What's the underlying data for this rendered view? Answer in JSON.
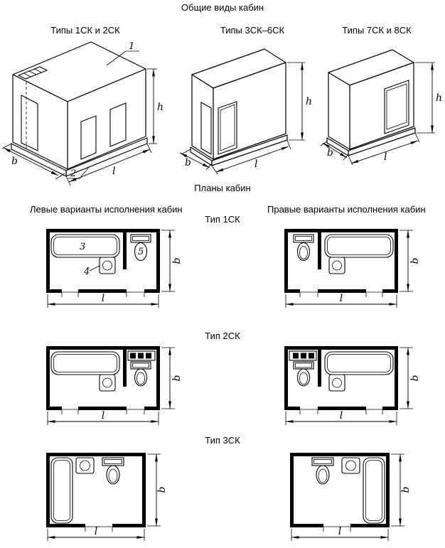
{
  "page_title": "Общие виды кабин",
  "iso_section": {
    "views": [
      {
        "label": "Типы 1СК и 2СК"
      },
      {
        "label": "Типы 3СК–6СК"
      },
      {
        "label": "Типы 7СК и 8СК"
      }
    ]
  },
  "plans_section": {
    "title": "Планы кабин",
    "left_column_title": "Левые варианты исполнения кабин",
    "right_column_title": "Правые варианты исполнения кабин",
    "rows": [
      {
        "type_label": "Тип 1СК"
      },
      {
        "type_label": "Тип 2СК"
      },
      {
        "type_label": "Тип 3СК"
      }
    ]
  },
  "dimension_labels": {
    "height": "h",
    "width": "b",
    "length": "l"
  },
  "callout_labels": {
    "roof_hatch": "1",
    "base": "2",
    "bath": "3",
    "washbasin": "4",
    "toilet": "5"
  },
  "colors": {
    "line": "#000000",
    "background": "#ffffff"
  }
}
